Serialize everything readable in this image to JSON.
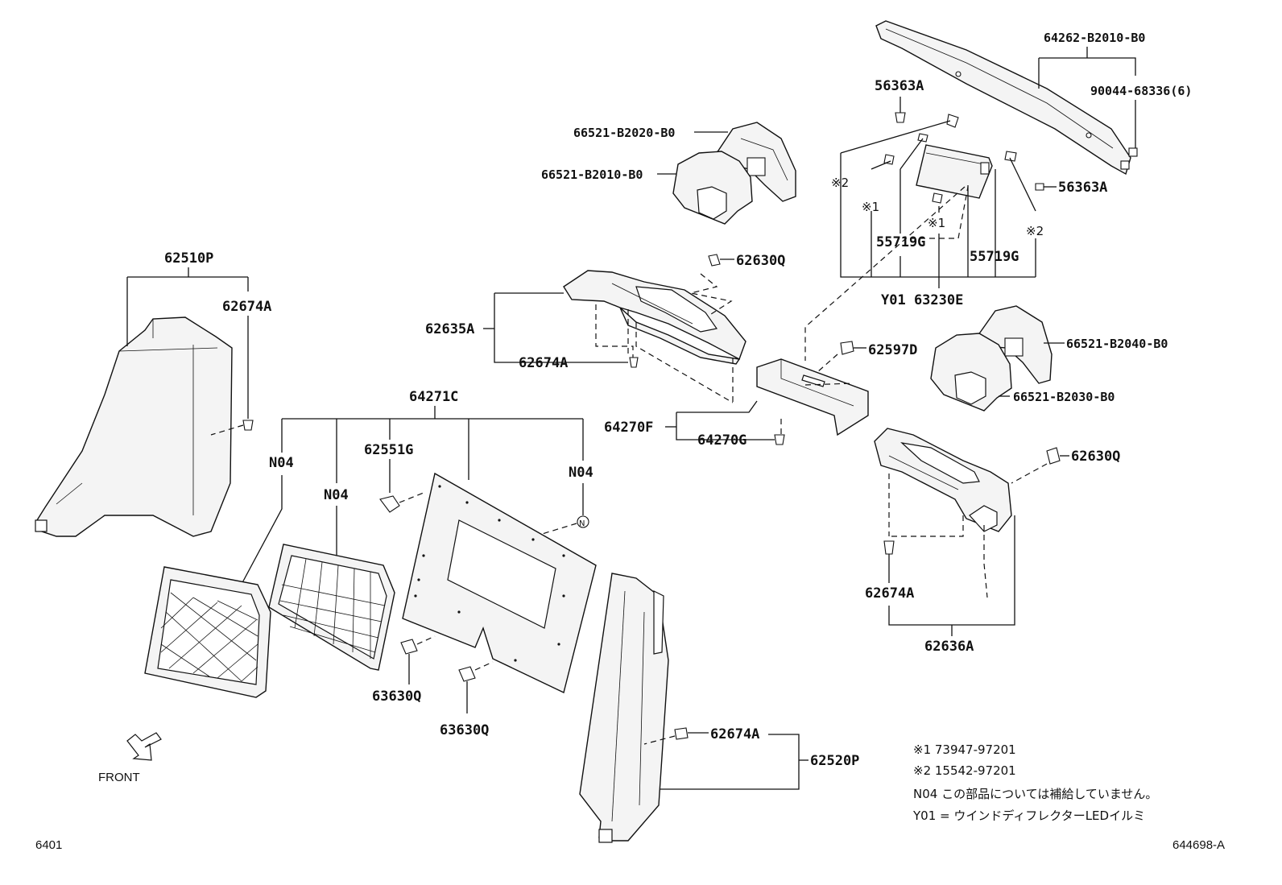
{
  "labels": {
    "p64262": "64262-B2010-B0",
    "p90044": "90044-68336(6)",
    "p56363a_1": "56363A",
    "p56363a_2": "56363A",
    "p66521_2020": "66521-B2020-B0",
    "p66521_2010": "66521-B2010-B0",
    "mark2_a": "※2",
    "mark1_a": "※1",
    "mark1_b": "※1",
    "mark2_b": "※2",
    "p55719g_1": "55719G",
    "p55719g_2": "55719G",
    "y01_63230e": "Y01 63230E",
    "p62510p": "62510P",
    "p62674a_1": "62674A",
    "p62630q_1": "62630Q",
    "p62635a": "62635A",
    "p62674a_2": "62674A",
    "p62597d": "62597D",
    "p66521_2040": "66521-B2040-B0",
    "p66521_2030": "66521-B2030-B0",
    "p64271c": "64271C",
    "p64270f": "64270F",
    "p64270g": "64270G",
    "p62551g": "62551G",
    "n04_1": "N04",
    "n04_2": "N04",
    "n04_3": "N04",
    "p62630q_2": "62630Q",
    "p62674a_3": "62674A",
    "p62636a": "62636A",
    "p63630q_1": "63630Q",
    "p63630q_2": "63630Q",
    "p62674a_4": "62674A",
    "p62520p": "62520P",
    "n_marker": "N"
  },
  "front": {
    "label": "FRONT"
  },
  "notes": {
    "note1": "※1 73947-97201",
    "note2": "※2 15542-97201",
    "note3": "N04  この部品については補給していません。",
    "note4": "Y01 = ウインドディフレクターLEDイルミ"
  },
  "footer": {
    "left_code": "6401",
    "right_code": "644698-A"
  }
}
